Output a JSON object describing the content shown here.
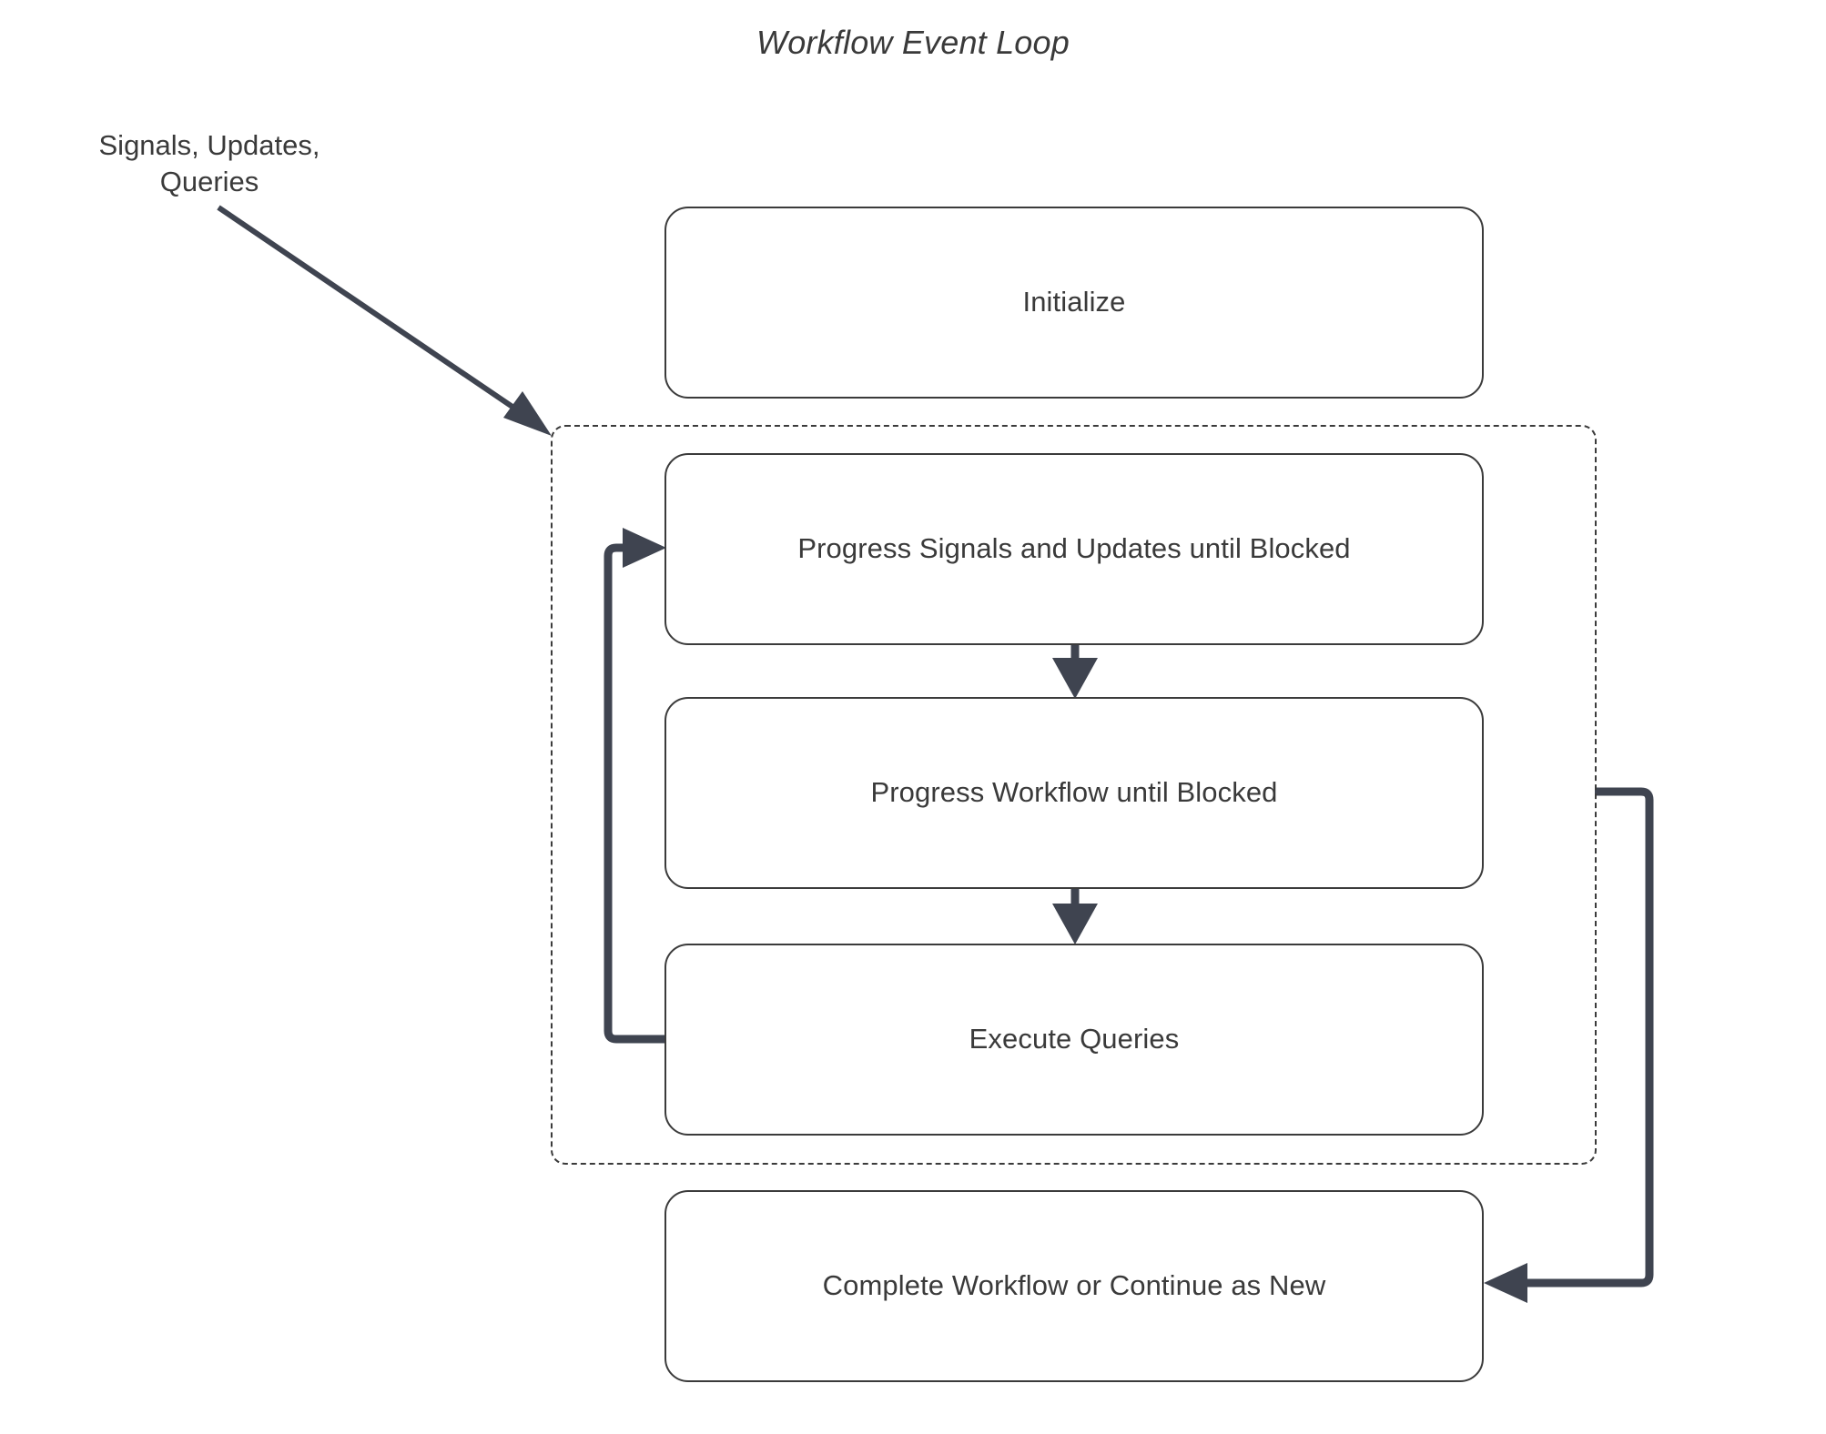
{
  "diagram": {
    "title": "Workflow Event Loop",
    "type": "flowchart",
    "colors": {
      "node_border": "#3b3b3b",
      "node_fill": "#ffffff",
      "text": "#3a3a3a",
      "edge": "#3f4450",
      "group_border_dashed": "#3b3b3b",
      "background": "#ffffff"
    },
    "external_label": "Signals, Updates,\nQueries",
    "external_label_line1": "Signals, Updates,",
    "external_label_line2": "Queries",
    "nodes": [
      {
        "id": "initialize",
        "label": "Initialize"
      },
      {
        "id": "progress-signals",
        "label": "Progress Signals and Updates until Blocked"
      },
      {
        "id": "progress-workflow",
        "label": "Progress Workflow until Blocked"
      },
      {
        "id": "execute-queries",
        "label": "Execute Queries"
      },
      {
        "id": "complete-workflow",
        "label": "Complete Workflow or Continue as New"
      }
    ],
    "group": {
      "id": "event-loop-group",
      "label": "",
      "style": "dashed"
    },
    "edges": [
      {
        "from": "external-input",
        "to": "event-loop-group",
        "style": "solid-arrow"
      },
      {
        "from": "progress-signals",
        "to": "progress-workflow",
        "style": "solid-arrow"
      },
      {
        "from": "progress-workflow",
        "to": "execute-queries",
        "style": "solid-arrow"
      },
      {
        "from": "execute-queries",
        "to": "progress-signals",
        "style": "loop-arrow-left"
      },
      {
        "from": "event-loop-group",
        "to": "complete-workflow",
        "style": "loop-arrow-right"
      }
    ]
  }
}
